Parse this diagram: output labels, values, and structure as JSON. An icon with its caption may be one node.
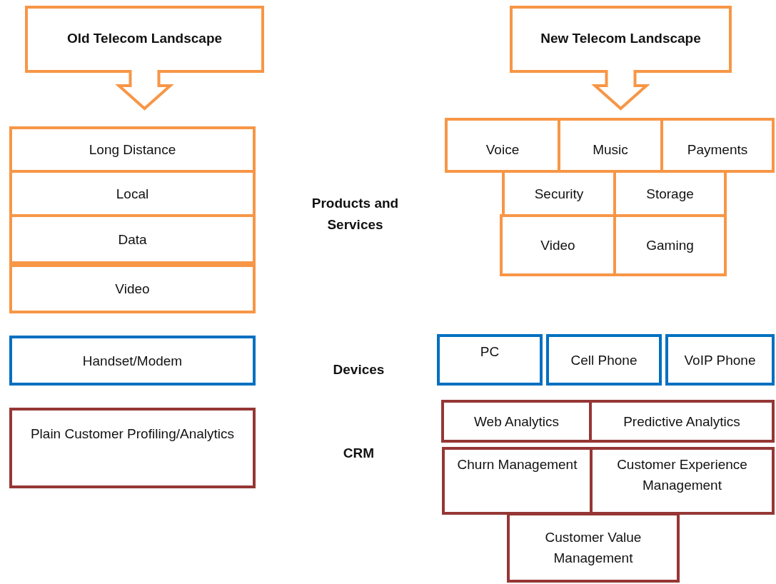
{
  "diagram": {
    "nodes": [
      {
        "text": [
          "Old Telecom Landscape"
        ]
      },
      {
        "text": [
          "New Telecom Landscape"
        ]
      },
      {
        "text": [
          "Long Distance"
        ]
      },
      {
        "text": [
          "Local"
        ]
      },
      {
        "text": [
          "Data"
        ]
      },
      {
        "text": [
          "Video"
        ]
      },
      {
        "text": [
          "Voice"
        ]
      },
      {
        "text": [
          "Music"
        ]
      },
      {
        "text": [
          "Payments"
        ]
      },
      {
        "text": [
          "Security"
        ]
      },
      {
        "text": [
          "Storage"
        ]
      },
      {
        "text": [
          "Video"
        ]
      },
      {
        "text": [
          "Gaming"
        ]
      },
      {
        "text": [
          "Handset/Modem"
        ]
      },
      {
        "text": [
          "PC"
        ]
      },
      {
        "text": [
          "Cell Phone"
        ]
      },
      {
        "text": [
          "VoIP Phone"
        ]
      },
      {
        "text": [
          "Plain Customer Profiling/Analytics"
        ]
      },
      {
        "text": [
          "Web Analytics"
        ]
      },
      {
        "text": [
          "Predictive Analytics"
        ]
      },
      {
        "text": [
          "Churn Management"
        ]
      },
      {
        "text": [
          "Customer Experience Management"
        ]
      },
      {
        "text": [
          "Customer Value Management"
        ]
      }
    ],
    "labels": [
      "Products and Services",
      "Devices",
      "CRM"
    ]
  }
}
